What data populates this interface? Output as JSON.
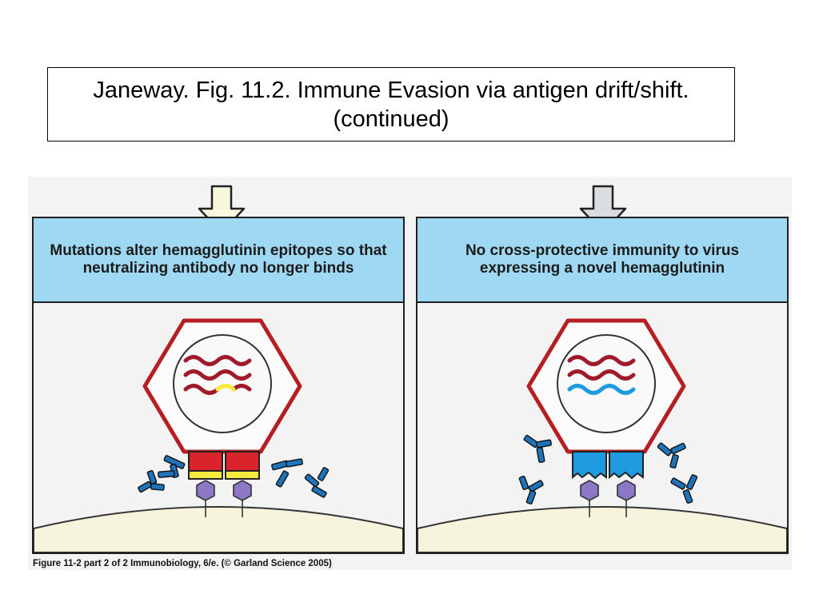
{
  "title": "Janeway. Fig. 11.2. Immune Evasion via antigen drift/shift. (continued)",
  "panels": [
    {
      "heading": "Mutations  alter hemagglutinin epitopes  so that neutralizing antibody no longer  binds"
    },
    {
      "heading": "No cross-protective  immunity  to  virus expressing  a novel hemagglutinin"
    }
  ],
  "caption": "Figure 11-2 part 2 of 2  Immunobiology, 6/e. (© Garland Science 2005)",
  "colors": {
    "header": "#9fd8f2",
    "capsid": "#b51f24",
    "rna": "#a01b2a",
    "mutation": "#f5ea3c",
    "receptor": "#8b79c8",
    "antibody": "#1f73b8",
    "novel_ha": "#1e9ae0",
    "cell": "#f7f4de"
  },
  "icons": [
    "down-arrow-icon",
    "antibody-icon",
    "virus-icon"
  ]
}
